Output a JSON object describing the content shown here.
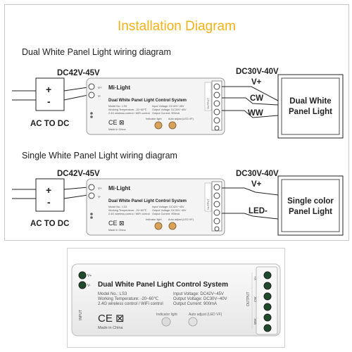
{
  "title": "Installation Diagram",
  "colors": {
    "title": "#f2b21b",
    "line": "#222222",
    "device_body": "#f4f4f4",
    "terminal_block": "#ffffff",
    "led_indicator": "#d9a25a"
  },
  "diagrams": [
    {
      "heading": "Dual White Panel Light wiring diagram",
      "input_voltage": "DC42V-45V",
      "output_voltage": "DC30V-40V",
      "supply_plus": "+",
      "supply_minus": "-",
      "supply_label": "AC TO DC",
      "outputs": [
        "V+",
        "CW",
        "WW"
      ],
      "load_label_line1": "Dual White",
      "load_label_line2": "Panel Light"
    },
    {
      "heading": "Single White Panel Light wiring diagram",
      "input_voltage": "DC42V-45V",
      "output_voltage": "DC30V-40V",
      "supply_plus": "+",
      "supply_minus": "-",
      "supply_label": "AC TO DC",
      "outputs": [
        "V+",
        "LED-"
      ],
      "load_label_line1": "Single color",
      "load_label_line2": "Panel Light"
    }
  ],
  "device": {
    "brand": "Mi·Light",
    "name": "Dual White Panel Light Control System",
    "model": "Model No.: LS3",
    "working_temp": "Working Temperature: -20~60℃",
    "wireless": "2.4G wireless control / WiFi control",
    "input_voltage": "Input Voltage: DC42V~45V",
    "output_voltage": "Output Voltage: DC30V~40V",
    "output_current": "Output Current: 900mA",
    "cert_marks": "CE ⊠",
    "made_in": "Made in China",
    "indicator_label": "Indicator light",
    "auto_adjust_label": "Auto adjust (LED VF)",
    "input_tag": "INPUT",
    "output_tag": "OUTPUT",
    "output_terminals": [
      "V+",
      "CW",
      "WW"
    ],
    "input_terminals": [
      "V+",
      "V-"
    ]
  },
  "photo": {
    "name": "Dual White Panel Light Control System",
    "model": "Model No.: LS3",
    "working_temp": "Working Temperature: -20~60℃",
    "wireless": "2.4G wireless control / WiFi control",
    "input_voltage": "Input Voltage: DC42V~45V",
    "output_voltage": "Output Voltage: DC30V~40V",
    "output_current": "Output Current: 900mA",
    "cert_marks": "CE ⊠",
    "made_in": "Made in China",
    "indicator_label": "Indicator light",
    "auto_adjust_label": "Auto adjust (LED VF)",
    "input_tag": "INPUT",
    "output_tag": "OUTPUT",
    "input_terminals": [
      "V+",
      "V-"
    ],
    "output_terminals": [
      "V+",
      "CW",
      "WW"
    ]
  }
}
